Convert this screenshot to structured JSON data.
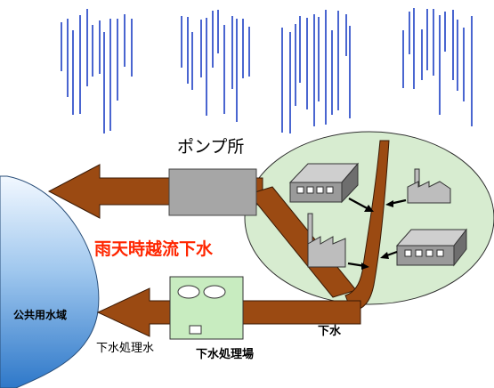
{
  "labels": {
    "pump_station": "ポンプ所",
    "combined_sewer_overflow": "雨天時越流下水",
    "public_water": "公共用水域",
    "sewage": "下水",
    "treated_water": "下水処理水",
    "treatment_plant": "下水処理場"
  },
  "colors": {
    "flow_fill": "#9b4a12",
    "flow_stroke": "#3a1a05",
    "rain": "#1d3fc4",
    "city_area": "#d7ecd0",
    "label_highlight": "#ff2600",
    "water_top": "#f2f8ff",
    "water_bottom": "#2e78c9",
    "pump_box": "#a6a6a6",
    "plant_box": "#c8ecc0"
  },
  "icons": [
    "rain-icon",
    "factory-icon",
    "building-icon",
    "pump-station-icon",
    "treatment-plant-icon"
  ]
}
